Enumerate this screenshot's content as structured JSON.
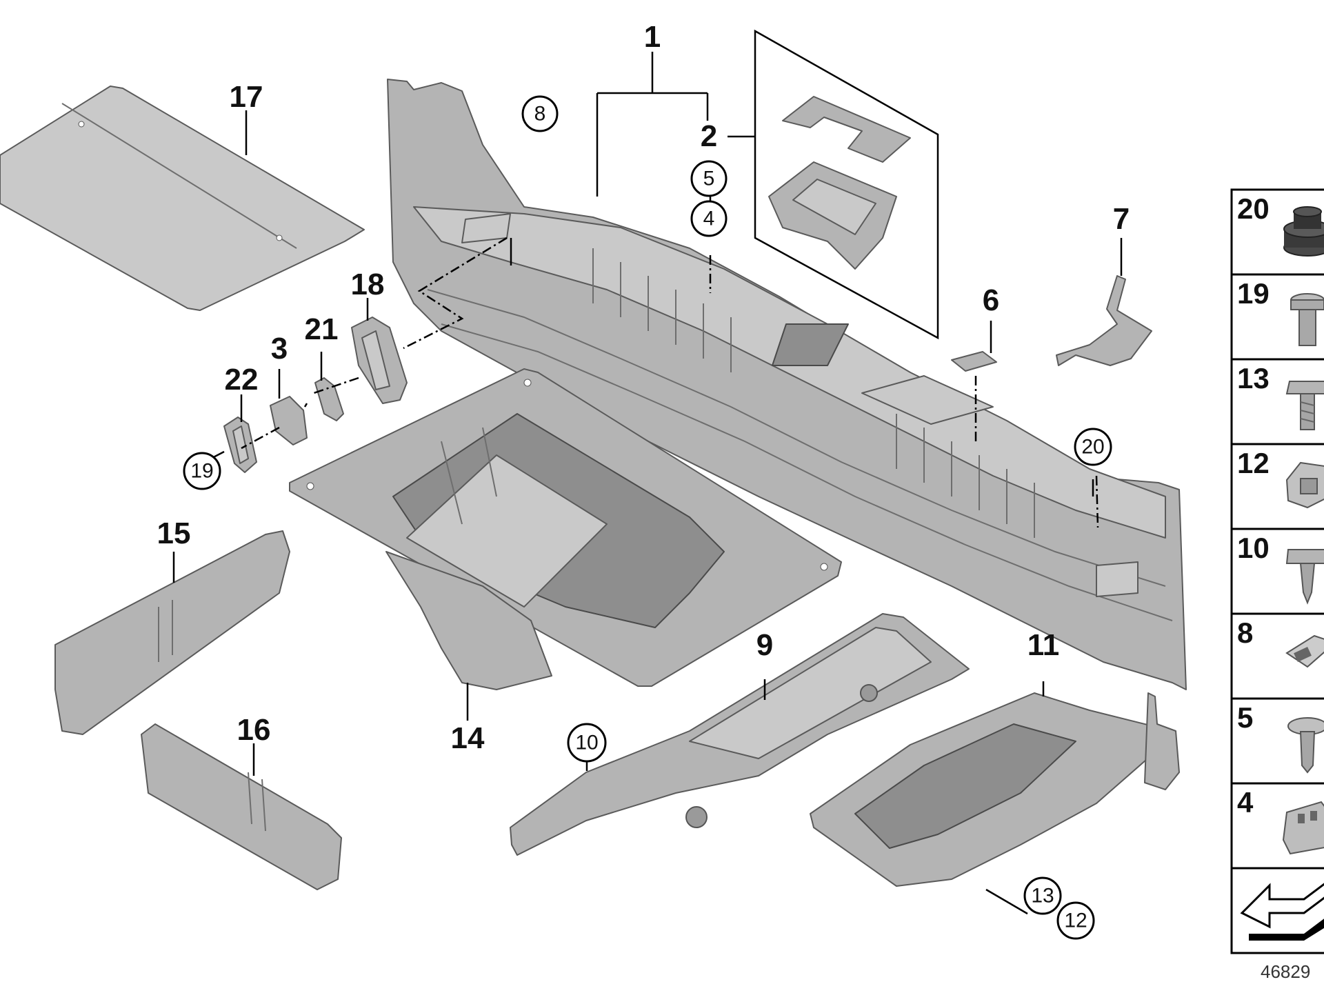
{
  "labels": {
    "p1": "1",
    "p2": "2",
    "p3": "3",
    "p6": "6",
    "p7": "7",
    "p9": "9",
    "p11": "11",
    "p14": "14",
    "p15": "15",
    "p16": "16",
    "p17": "17",
    "p18": "18",
    "p21": "21",
    "p22": "22"
  },
  "circled": {
    "c8": "8",
    "c5": "5",
    "c4": "4",
    "c20": "20",
    "c19": "19",
    "c10": "10",
    "c13": "13",
    "c12": "12"
  },
  "legend": {
    "items": [
      {
        "label": "20",
        "icon": "rubber-buffer-icon"
      },
      {
        "label": "19",
        "icon": "expanding-rivet-icon"
      },
      {
        "label": "13",
        "icon": "hex-screw-icon"
      },
      {
        "label": "12",
        "icon": "clip-nut-icon"
      },
      {
        "label": "10",
        "icon": "self-tapping-screw-icon"
      },
      {
        "label": "8",
        "icon": "button-cover-icon"
      },
      {
        "label": "5",
        "icon": "oval-head-screw-icon"
      },
      {
        "label": "4",
        "icon": "expanding-nut-icon"
      }
    ],
    "bottom_icon": "direction-arrow-icon"
  },
  "reference_number": "46829"
}
